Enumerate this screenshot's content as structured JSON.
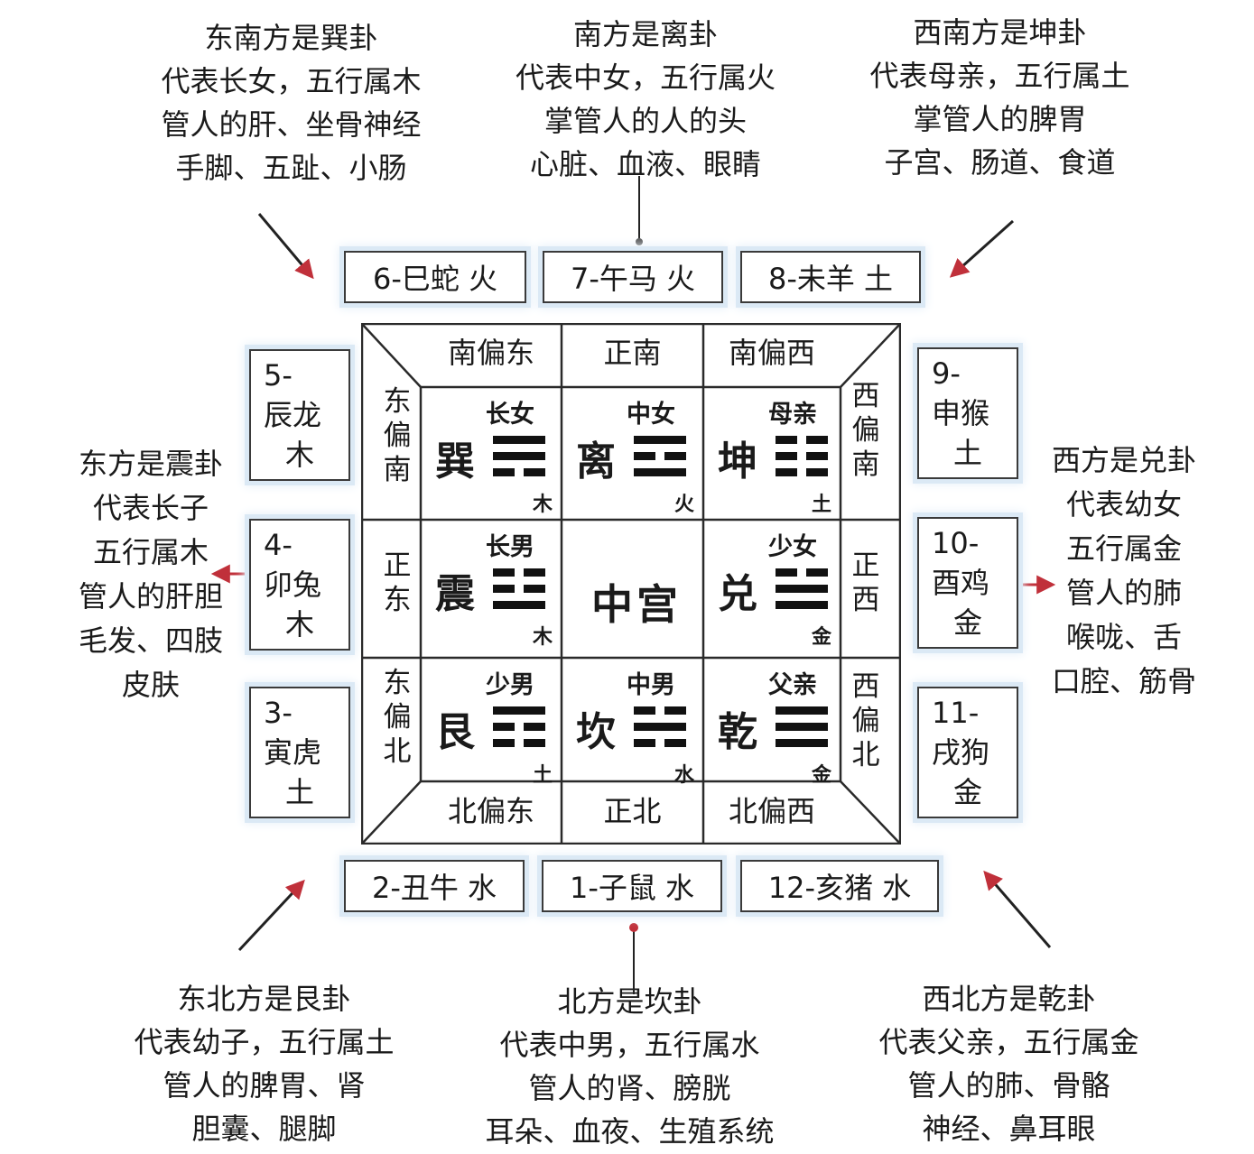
{
  "notes": {
    "se": [
      "东南方是巽卦",
      "代表长女，五行属木",
      "管人的肝、坐骨神经",
      "手脚、五趾、小肠"
    ],
    "s": [
      "南方是离卦",
      "代表中女，五行属火",
      "掌管人的人的头",
      "心脏、血液、眼睛"
    ],
    "sw": [
      "西南方是坤卦",
      "代表母亲，五行属土",
      "掌管人的脾胃",
      "子宫、肠道、食道"
    ],
    "e": [
      "东方是震卦",
      "代表长子",
      "五行属木",
      "管人的肝胆",
      "毛发、四肢",
      "皮肤"
    ],
    "w": [
      "西方是兑卦",
      "代表幼女",
      "五行属金",
      "管人的肺",
      "喉咙、舌",
      "口腔、筋骨"
    ],
    "ne": [
      "东北方是艮卦",
      "代表幼子，五行属土",
      "管人的脾胃、肾",
      "胆囊、腿脚"
    ],
    "n": [
      "北方是坎卦",
      "代表中男，五行属水",
      "管人的肾、膀胱",
      "耳朵、血夜、生殖系统"
    ],
    "nw": [
      "西北方是乾卦",
      "代表父亲，五行属金",
      "管人的肺、骨骼",
      "神经、鼻耳眼"
    ]
  },
  "zodiac": {
    "top": [
      "6-巳蛇 火",
      "7-午马 火",
      "8-未羊 土"
    ],
    "bottom": [
      "2-丑牛 水",
      "1-子鼠 水",
      "12-亥猪 水"
    ],
    "left": [
      {
        "num": "5-",
        "animal": "辰龙",
        "elem": "木"
      },
      {
        "num": "4-",
        "animal": "卯兔",
        "elem": "木"
      },
      {
        "num": "3-",
        "animal": "寅虎",
        "elem": "土"
      }
    ],
    "right": [
      {
        "num": "9-",
        "animal": "申猴",
        "elem": "土"
      },
      {
        "num": "10-",
        "animal": "酉鸡",
        "elem": "金"
      },
      {
        "num": "11-",
        "animal": "戌狗",
        "elem": "金"
      }
    ]
  },
  "directions": {
    "top": [
      "南偏东",
      "正南",
      "南偏西"
    ],
    "bottom": [
      "北偏东",
      "正北",
      "北偏西"
    ],
    "left": [
      "东偏南",
      "正东",
      "东偏北"
    ],
    "right": [
      "西偏南",
      "正西",
      "西偏北"
    ]
  },
  "trigrams": [
    {
      "name": "巽",
      "person": "长女",
      "elem": "木",
      "lines": [
        "solid",
        "solid",
        "broken"
      ]
    },
    {
      "name": "离",
      "person": "中女",
      "elem": "火",
      "lines": [
        "solid",
        "broken",
        "solid"
      ]
    },
    {
      "name": "坤",
      "person": "母亲",
      "elem": "土",
      "lines": [
        "broken",
        "broken",
        "broken"
      ]
    },
    {
      "name": "震",
      "person": "长男",
      "elem": "木",
      "lines": [
        "broken",
        "broken",
        "solid"
      ]
    },
    {
      "name": "兑",
      "person": "少女",
      "elem": "金",
      "lines": [
        "broken",
        "solid",
        "solid"
      ]
    },
    {
      "name": "艮",
      "person": "少男",
      "elem": "土",
      "lines": [
        "solid",
        "broken",
        "broken"
      ]
    },
    {
      "name": "坎",
      "person": "中男",
      "elem": "水",
      "lines": [
        "broken",
        "solid",
        "broken"
      ]
    },
    {
      "name": "乾",
      "person": "父亲",
      "elem": "金",
      "lines": [
        "solid",
        "solid",
        "solid"
      ]
    }
  ],
  "center_label": "中宫",
  "colors": {
    "arrow": "#c0303a",
    "box_glow": "#dbe9f5",
    "line": "#2a2a2a"
  }
}
